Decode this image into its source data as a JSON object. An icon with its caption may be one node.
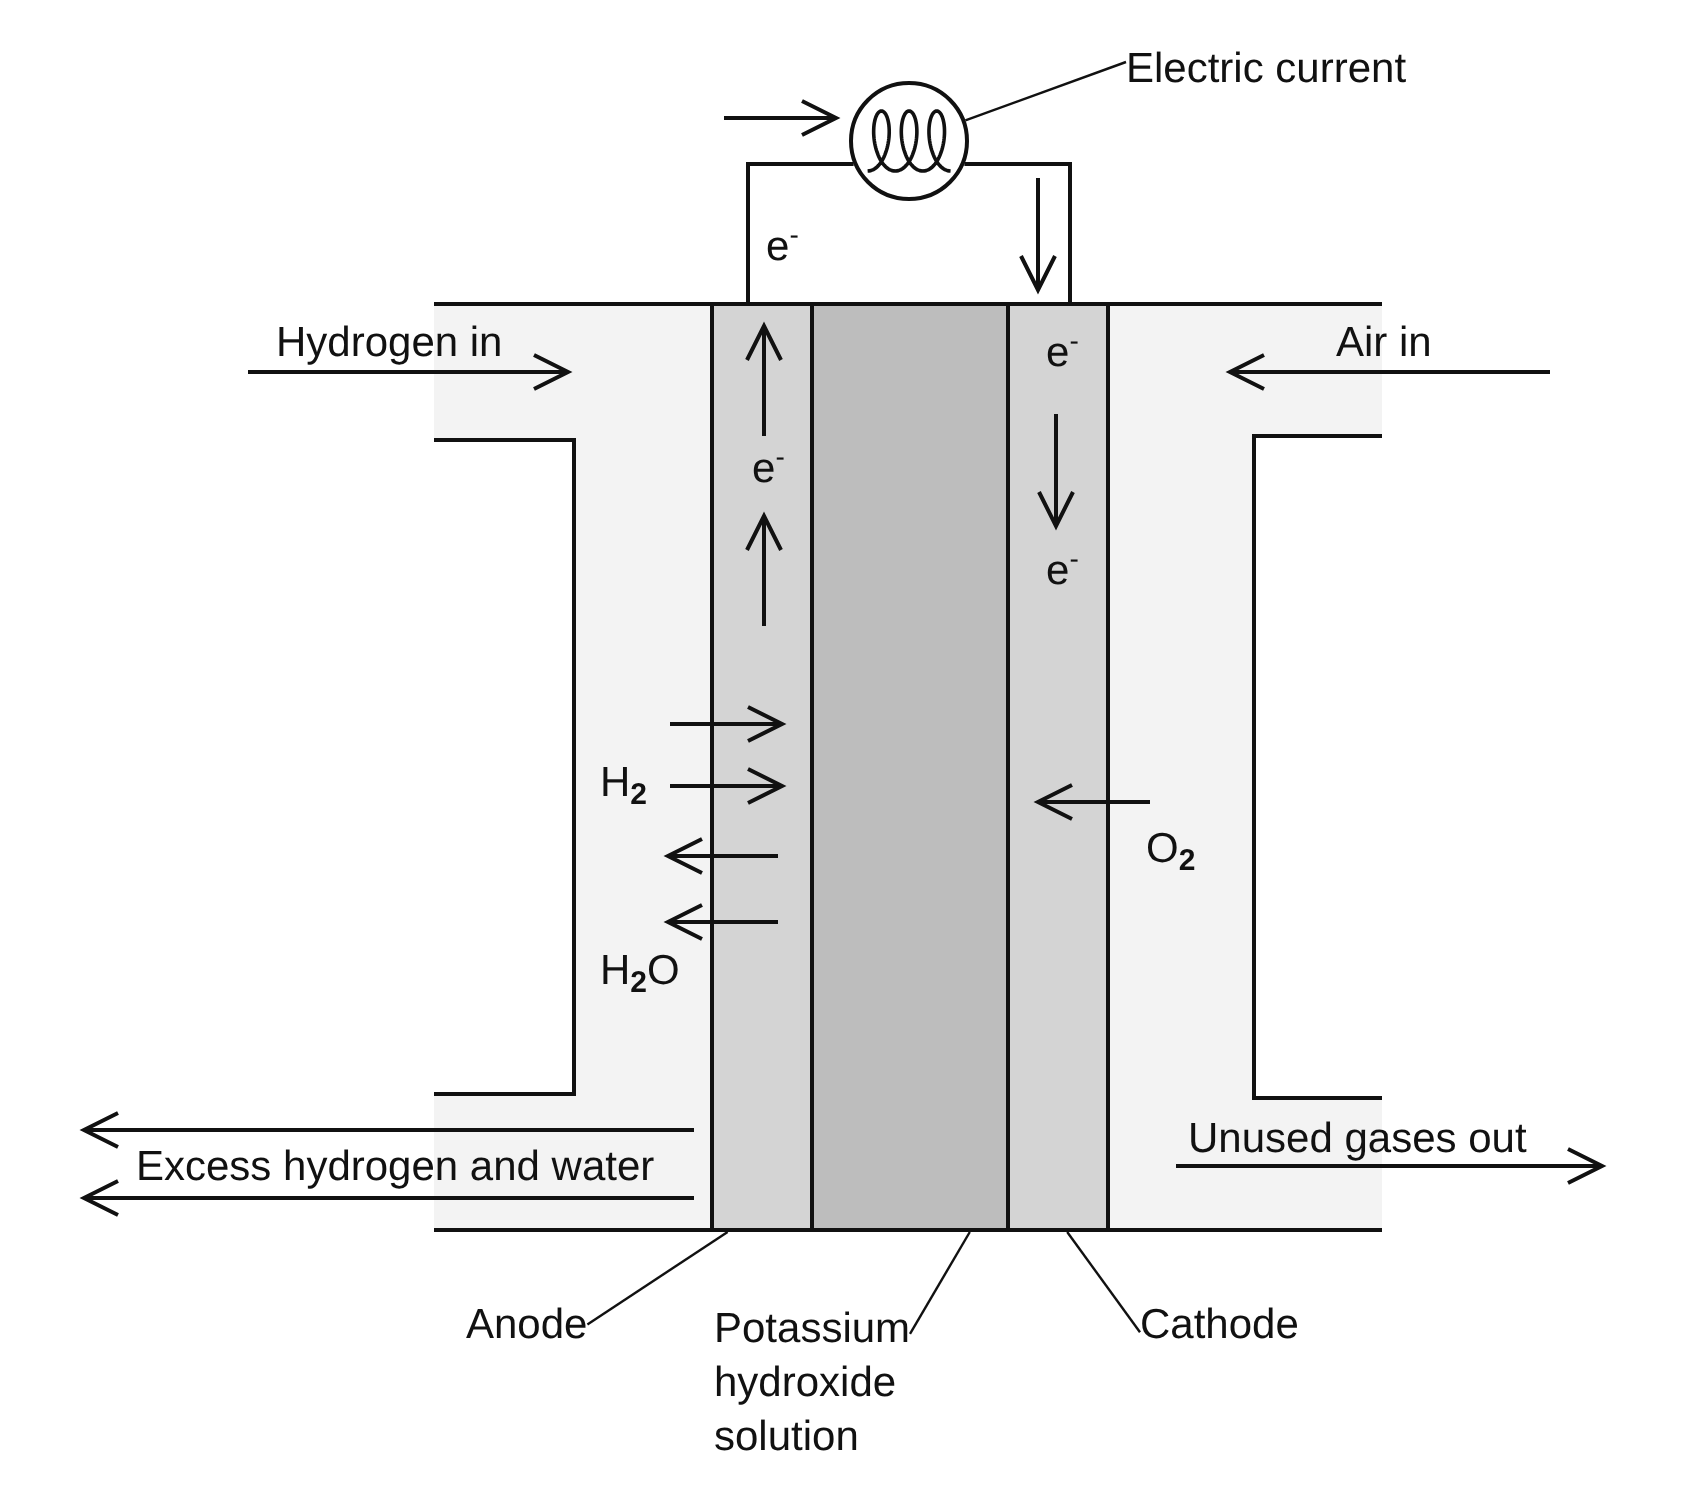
{
  "diagram": {
    "nodes": [
      {
        "text": [
          "Electric current"
        ]
      },
      {
        "text": [],
        "shape": "circle"
      },
      {
        "text": [
          "Anode"
        ]
      },
      {
        "text": [],
        "shape": "box"
      },
      {
        "text": [
          "Potassium hydroxide solution"
        ]
      },
      {
        "text": [],
        "shape": "box"
      },
      {
        "text": [
          "Cathode"
        ]
      },
      {
        "text": [],
        "shape": "box"
      }
    ],
    "edges": [
      {
        "from": 0,
        "to": 1,
        "arrow": "none"
      },
      {
        "from": 3,
        "to": 1,
        "arrow": "none"
      },
      {
        "from": 1,
        "to": 7,
        "arrow": "none"
      },
      {
        "from": 2,
        "to": 3,
        "arrow": "none"
      },
      {
        "from": 4,
        "to": 5,
        "arrow": "none"
      },
      {
        "from": 6,
        "to": 7,
        "arrow": "none"
      }
    ],
    "labels": [
      "e$^{-}$",
      "Hydrogen in",
      "e$^{-}$",
      "Air in",
      "e$^{-}$",
      "e$^{-}$",
      "H$_{2}$",
      "O$_{2}$",
      "H$_{2}$O",
      "Unused gases out",
      "Excess hydrogen and water"
    ]
  }
}
